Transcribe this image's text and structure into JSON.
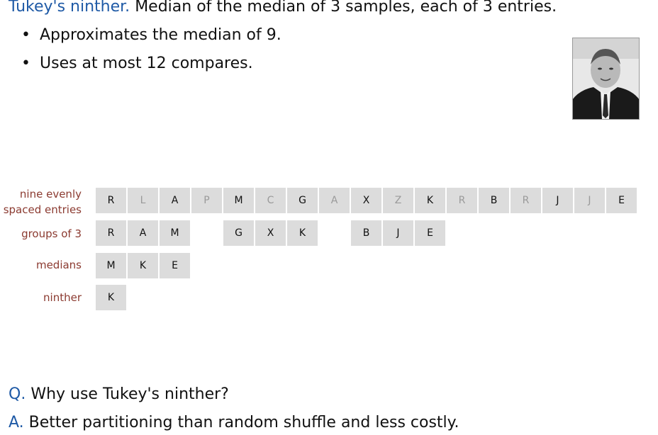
{
  "title": {
    "term": "Tukey's ninther.",
    "text": "Median of the median of 3 samples, each of 3 entries."
  },
  "bullets": [
    "Approximates the median of 9.",
    "Uses at most 12 compares."
  ],
  "bullet_glyph": "•",
  "row_labels": {
    "nine_line1": "nine evenly",
    "nine_line2": "spaced entries",
    "groups": "groups of 3",
    "medians": "medians",
    "ninther": "ninther"
  },
  "array": {
    "entries": [
      "R",
      "L",
      "A",
      "P",
      "M",
      "C",
      "G",
      "A",
      "X",
      "Z",
      "K",
      "R",
      "B",
      "R",
      "J",
      "J",
      "E"
    ],
    "highlighted": [
      true,
      false,
      true,
      false,
      true,
      false,
      true,
      false,
      true,
      false,
      true,
      false,
      true,
      false,
      true,
      false,
      true
    ],
    "groups": [
      [
        "R",
        "A",
        "M"
      ],
      [
        "G",
        "X",
        "K"
      ],
      [
        "B",
        "J",
        "E"
      ]
    ],
    "medians": [
      "M",
      "K",
      "E"
    ],
    "ninther": [
      "K"
    ]
  },
  "qa": {
    "q_tag": "Q.",
    "question": "Why use Tukey's ninther?",
    "a_tag": "A.",
    "answer": "Better partitioning than random shuffle and less costly."
  },
  "colors": {
    "accent": "#1f5aa6",
    "label": "#8b3a30",
    "cell_bg": "#dcdcdc",
    "dim_text": "#9a9a9a"
  }
}
